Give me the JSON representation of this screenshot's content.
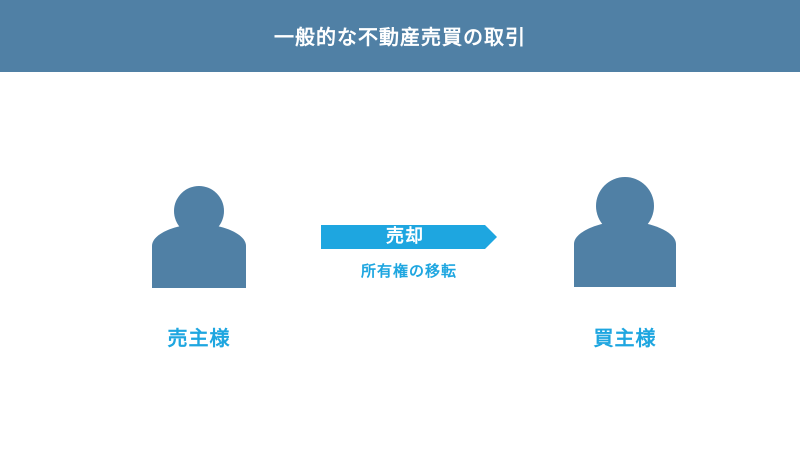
{
  "header": {
    "title": "一般的な不動産売買の取引"
  },
  "diagram": {
    "seller": {
      "label": "売主様",
      "icon": "person-icon"
    },
    "buyer": {
      "label": "買主様",
      "icon": "person-icon"
    },
    "transaction": {
      "arrow_label": "売却",
      "description": "所有権の移転"
    }
  },
  "colors": {
    "header_background": "#5080a5",
    "person_icon": "#5080a5",
    "accent_blue": "#1ea6e0",
    "arrow_fill": "#1ea6e0",
    "background": "#ffffff"
  }
}
